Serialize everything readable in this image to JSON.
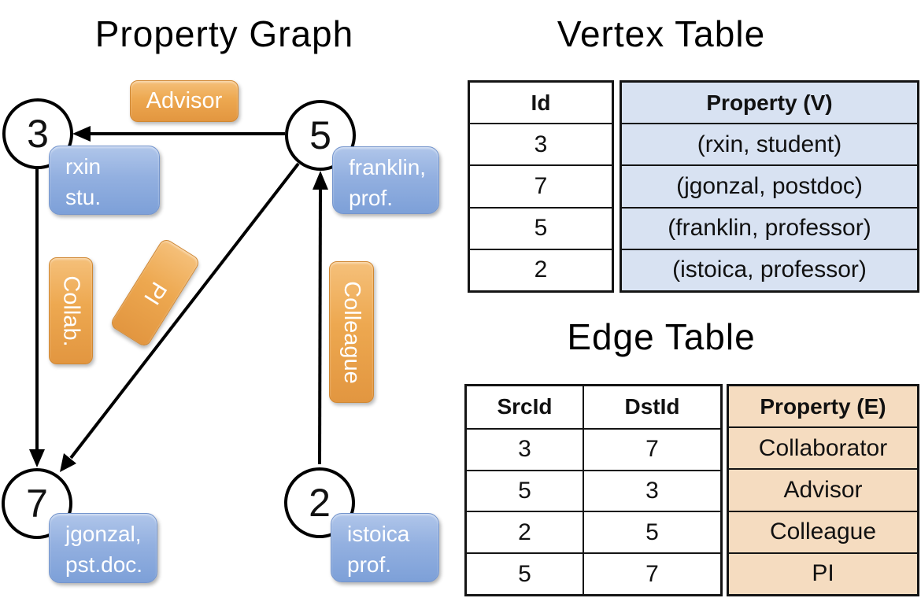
{
  "colors": {
    "node_box_blue_top": "#b0c6ea",
    "node_box_blue_bottom": "#7da0d8",
    "edge_label_orange_top": "#f5c07a",
    "edge_label_orange_bottom": "#e29640",
    "vertex_property_fill": "#d8e2f2",
    "edge_property_fill": "#f5dcc0",
    "line_color": "#000000"
  },
  "graph": {
    "title": "Property Graph",
    "nodes": [
      {
        "id": "3",
        "prop_line1": "rxin",
        "prop_line2": "stu."
      },
      {
        "id": "5",
        "prop_line1": "franklin,",
        "prop_line2": "prof."
      },
      {
        "id": "7",
        "prop_line1": "jgonzal,",
        "prop_line2": "pst.doc."
      },
      {
        "id": "2",
        "prop_line1": "istoica",
        "prop_line2": "prof."
      }
    ],
    "edge_labels": {
      "advisor": "Advisor",
      "collab": "Collab.",
      "pi": "PI",
      "colleague": "Colleague"
    }
  },
  "vertex_table": {
    "title": "Vertex Table",
    "headers": [
      "Id",
      "Property (V)"
    ],
    "rows": [
      [
        "3",
        "(rxin, student)"
      ],
      [
        "7",
        "(jgonzal, postdoc)"
      ],
      [
        "5",
        "(franklin, professor)"
      ],
      [
        "2",
        "(istoica, professor)"
      ]
    ]
  },
  "edge_table": {
    "title": "Edge Table",
    "headers": [
      "SrcId",
      "DstId",
      "Property (E)"
    ],
    "rows": [
      [
        "3",
        "7",
        "Collaborator"
      ],
      [
        "5",
        "3",
        "Advisor"
      ],
      [
        "2",
        "5",
        "Colleague"
      ],
      [
        "5",
        "7",
        "PI"
      ]
    ]
  }
}
